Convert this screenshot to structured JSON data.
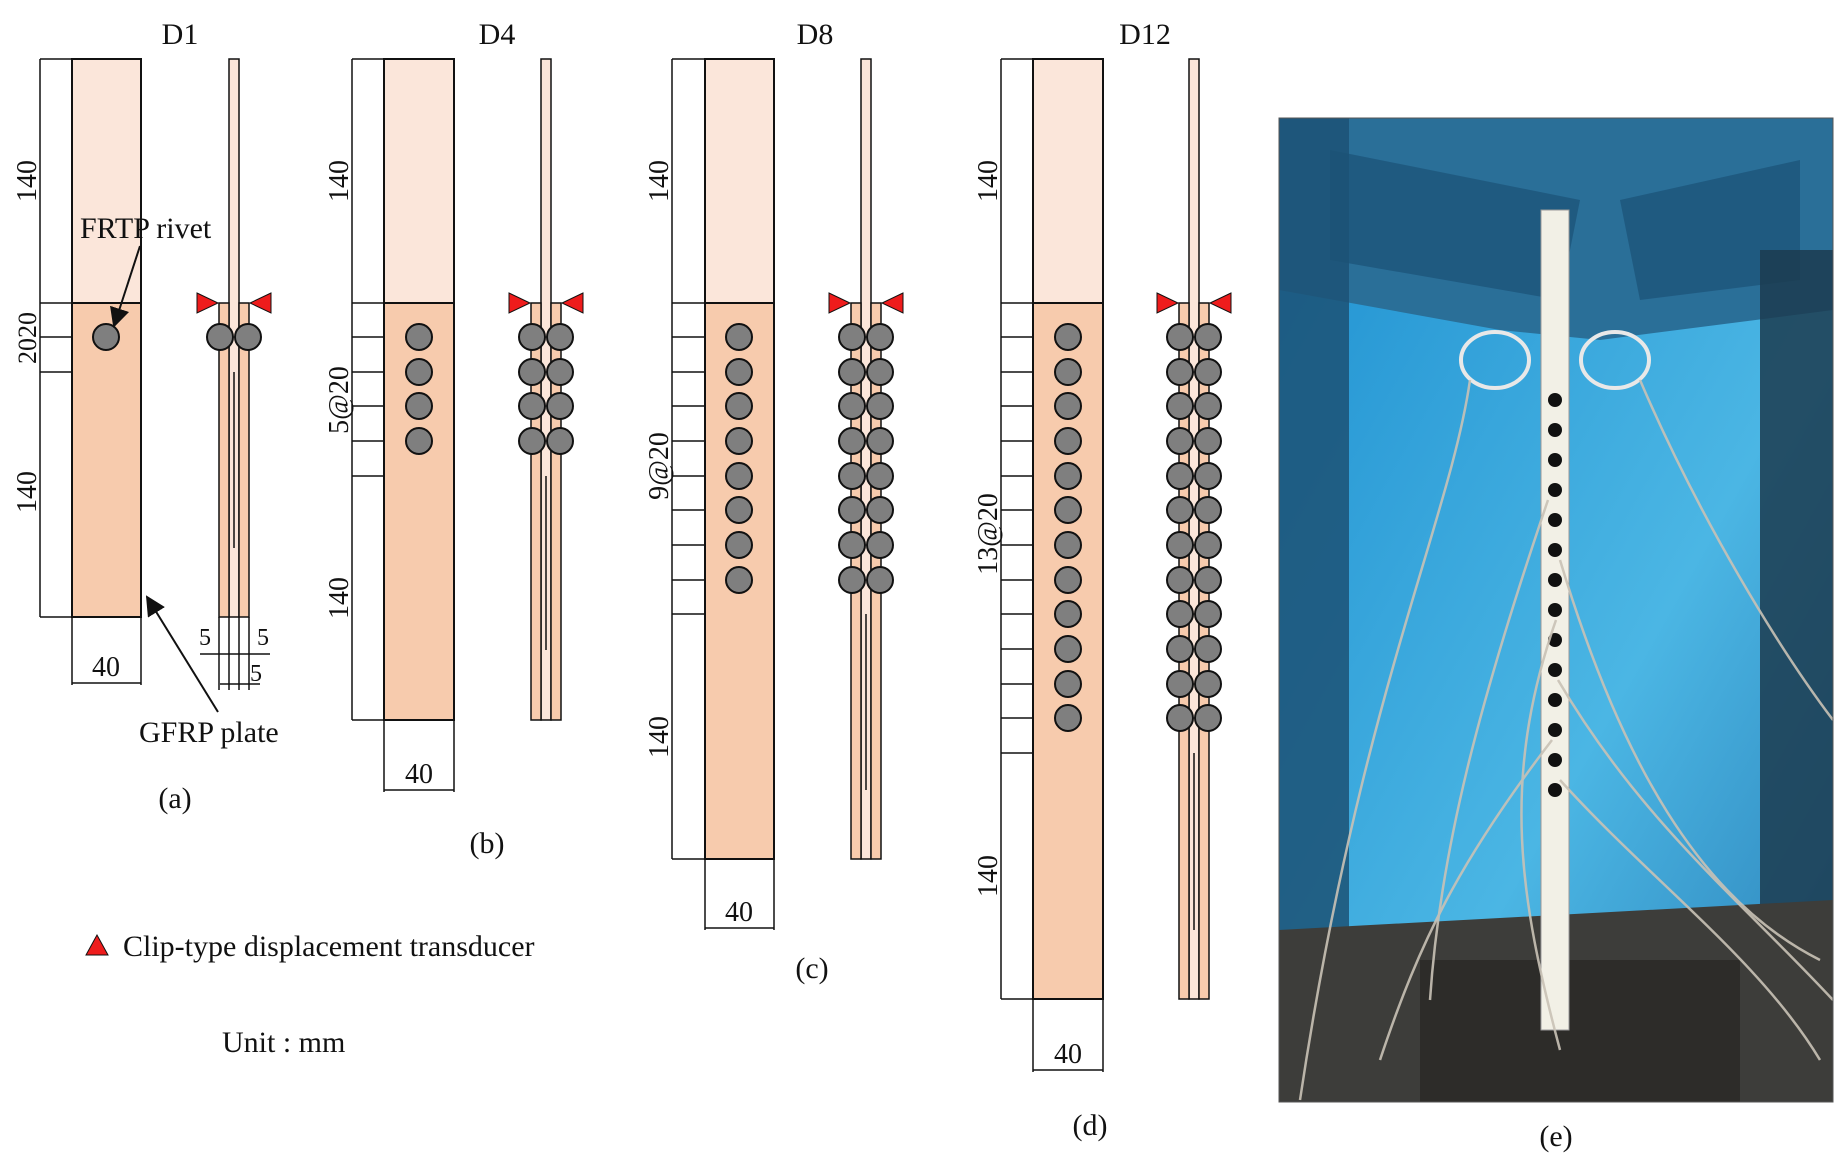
{
  "specimens": [
    {
      "id": "D1",
      "rivets": 1,
      "pitch_label": "2020",
      "grip_label": "140",
      "free_label": "140",
      "width_label": "40",
      "caption": "(a)"
    },
    {
      "id": "D4",
      "rivets": 4,
      "pitch_label": "5@20",
      "grip_label": "140",
      "free_label": "140",
      "width_label": "40",
      "caption": "(b)"
    },
    {
      "id": "D8",
      "rivets": 8,
      "pitch_label": "9@20",
      "grip_label": "140",
      "free_label": "140",
      "width_label": "40",
      "caption": "(c)"
    },
    {
      "id": "D12",
      "rivets": 12,
      "pitch_label": "13@20",
      "grip_label": "140",
      "free_label": "140",
      "width_label": "40",
      "caption": "(d)"
    }
  ],
  "annotations": {
    "rivet": "FRTP rivet",
    "plate": "GFRP plate",
    "thickness_left": "5",
    "thickness_right": "5",
    "thickness_bottom": "5"
  },
  "legend": {
    "transducer": "Clip-type displacement transducer",
    "unit": "Unit : mm"
  },
  "photo_caption": "(e)",
  "colors": {
    "plate_light": "#fbe6da",
    "plate_dark": "#f7cbad",
    "rivet": "#7f7f7f",
    "transducer": "#ee1c1c",
    "photo_blue": "#3aa6d8",
    "machine_blue": "#2a6f98"
  }
}
